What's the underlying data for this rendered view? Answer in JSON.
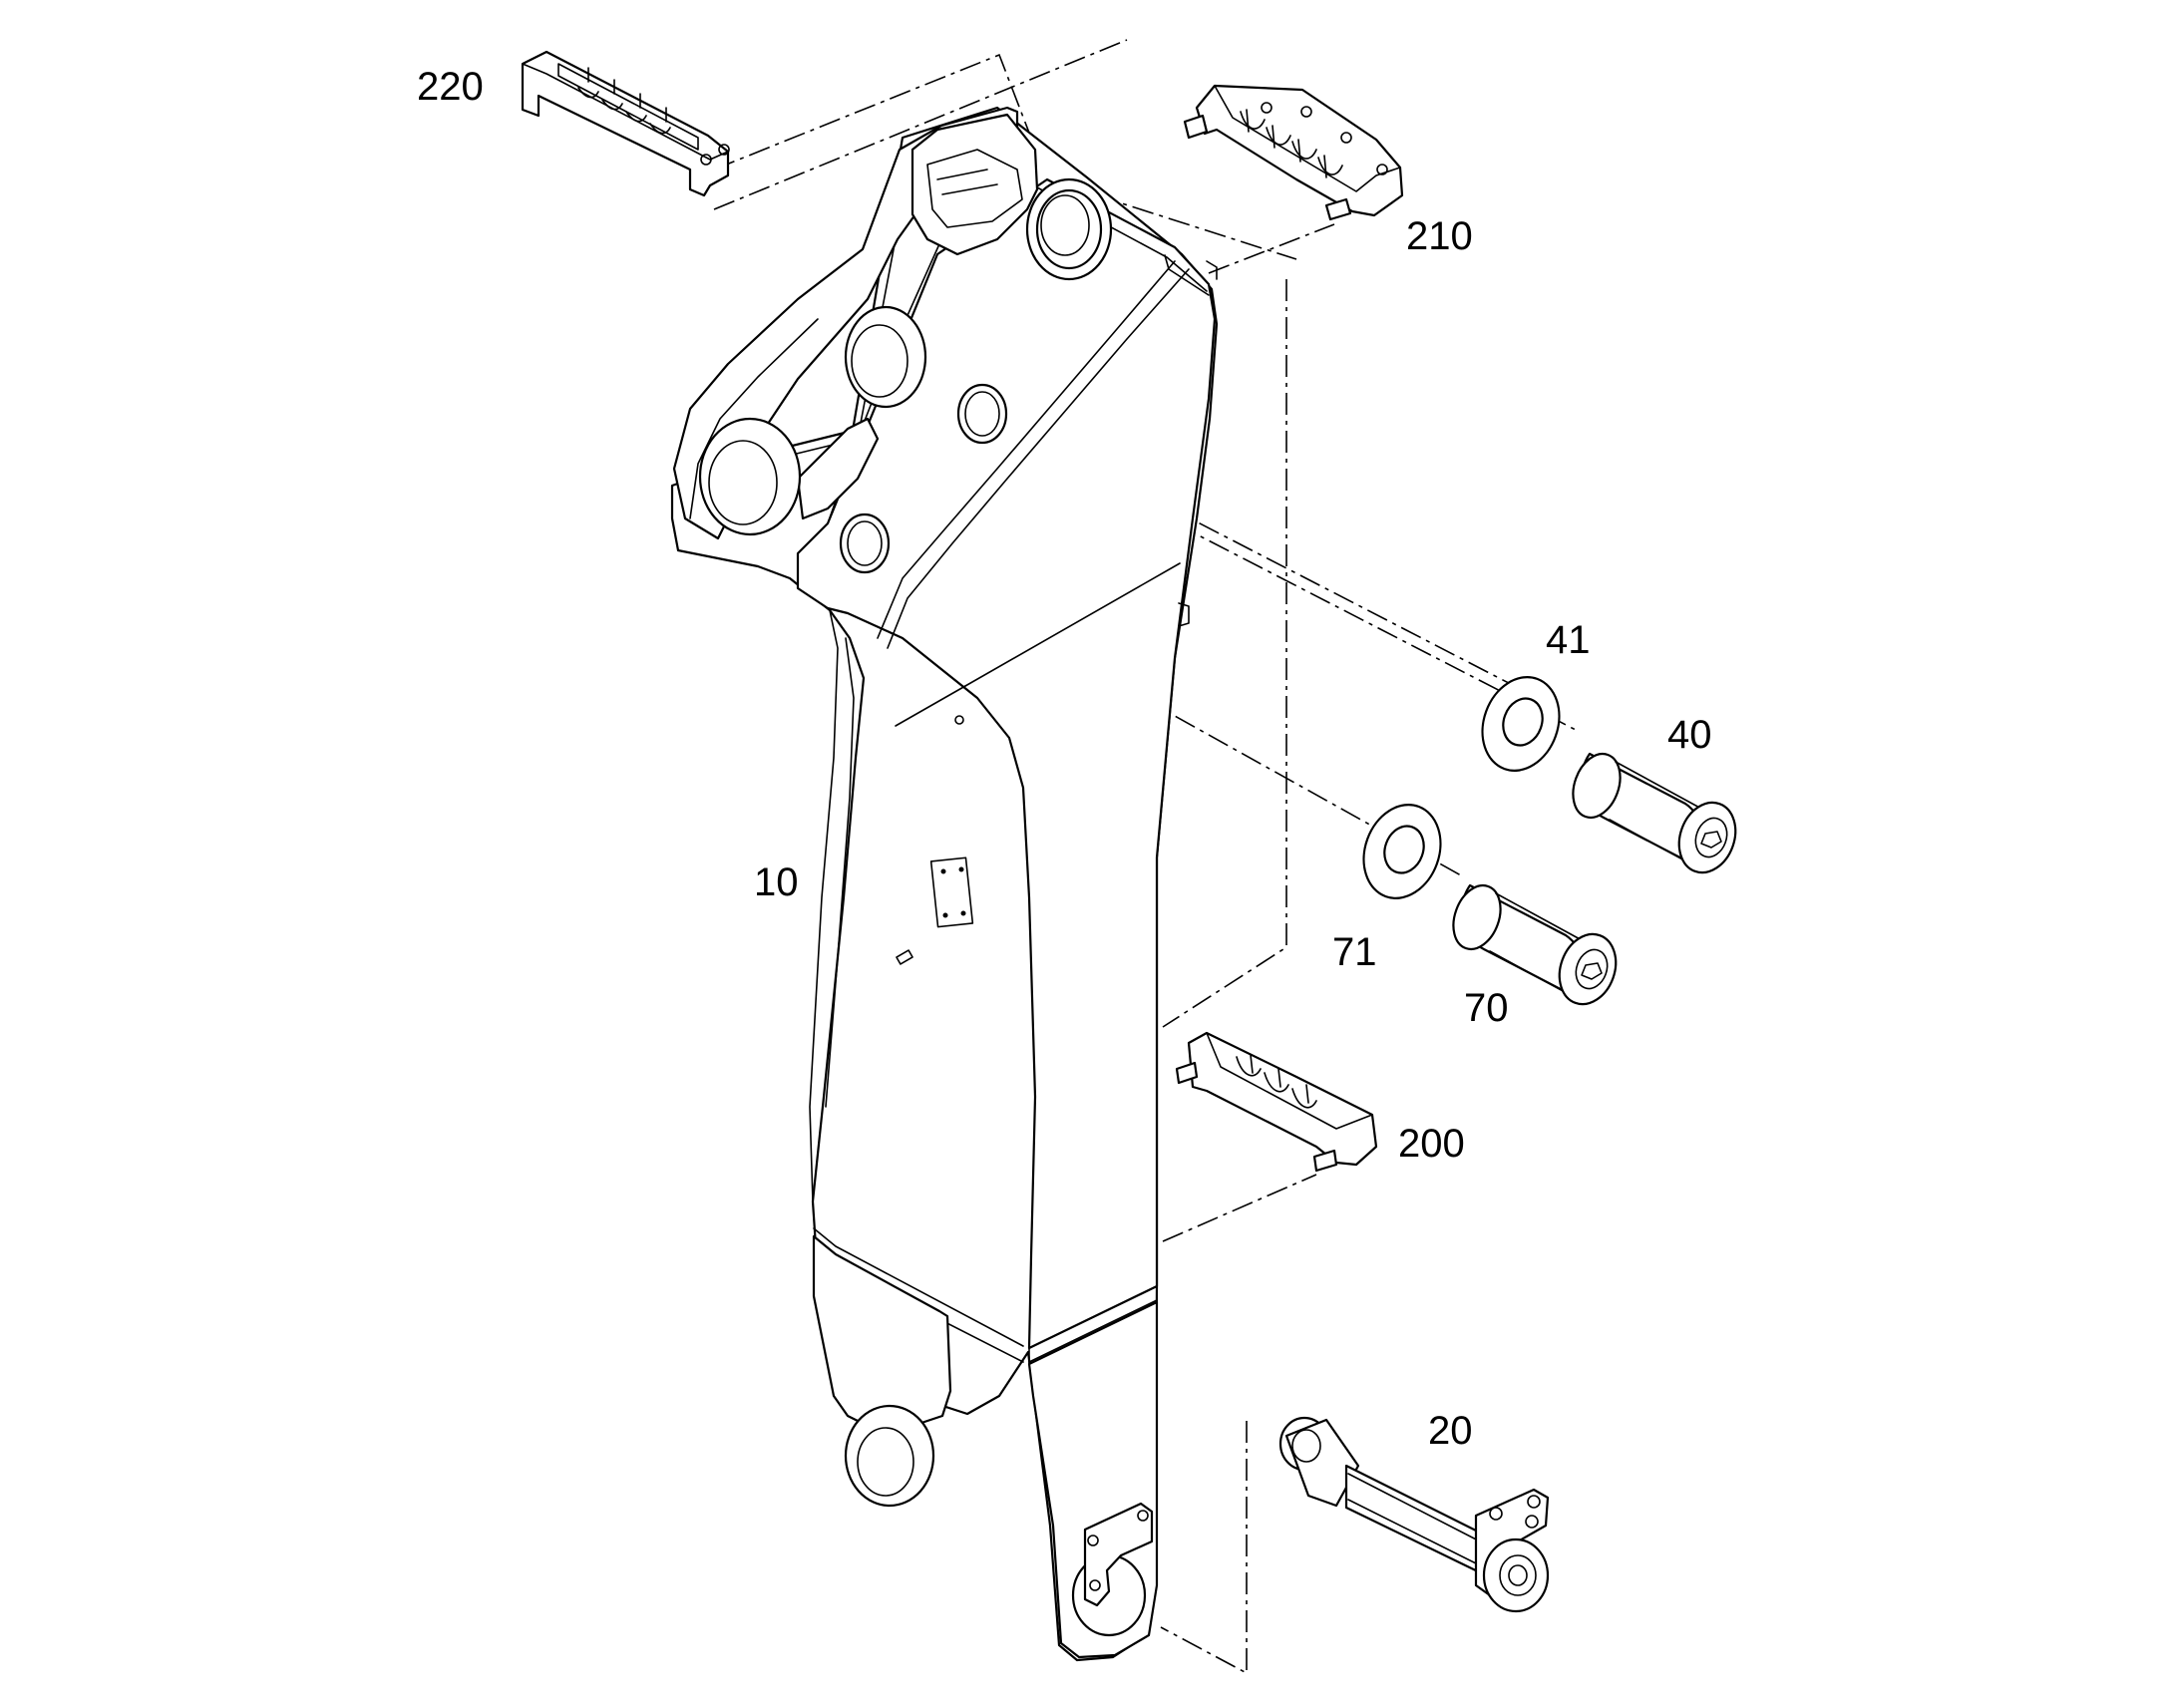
{
  "diagram": {
    "callouts": {
      "c220": "220",
      "c210": "210",
      "c41": "41",
      "c40": "40",
      "c10": "10",
      "c71": "71",
      "c70": "70",
      "c200": "200",
      "c20": "20"
    }
  }
}
